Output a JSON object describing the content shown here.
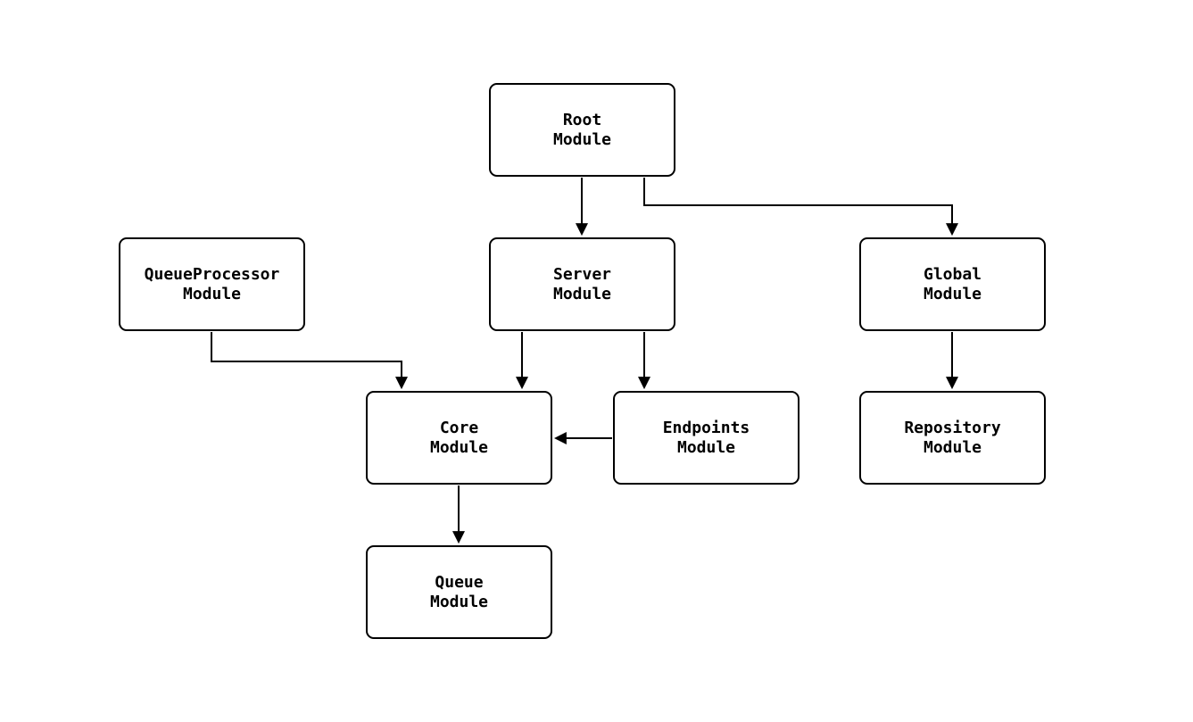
{
  "diagram": {
    "type": "module-dependency-graph",
    "background": "#ffffff",
    "node_style": {
      "fill": "#ffffff",
      "border": "#000000",
      "text": "#000000"
    },
    "edge_color": "#000000",
    "nodes": {
      "root": {
        "line1": "Root",
        "line2": "Module"
      },
      "server": {
        "line1": "Server",
        "line2": "Module"
      },
      "queueprocessor": {
        "line1": "QueueProcessor",
        "line2": "Module"
      },
      "global": {
        "line1": "Global",
        "line2": "Module"
      },
      "core": {
        "line1": "Core",
        "line2": "Module"
      },
      "endpoints": {
        "line1": "Endpoints",
        "line2": "Module"
      },
      "repository": {
        "line1": "Repository",
        "line2": "Module"
      },
      "queue": {
        "line1": "Queue",
        "line2": "Module"
      }
    },
    "edges": [
      {
        "from": "Root Module",
        "to": "Server Module"
      },
      {
        "from": "Root Module",
        "to": "Global Module"
      },
      {
        "from": "QueueProcessor Module",
        "to": "Core Module"
      },
      {
        "from": "Server Module",
        "to": "Core Module"
      },
      {
        "from": "Server Module",
        "to": "Endpoints Module"
      },
      {
        "from": "Endpoints Module",
        "to": "Core Module"
      },
      {
        "from": "Global Module",
        "to": "Repository Module"
      },
      {
        "from": "Core Module",
        "to": "Queue Module"
      }
    ]
  }
}
